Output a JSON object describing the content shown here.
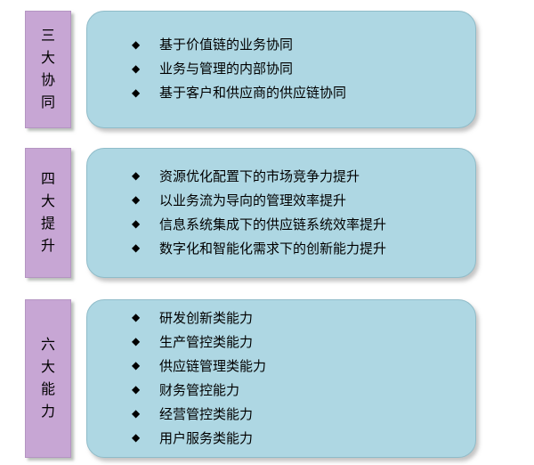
{
  "bullet": "◆",
  "colors": {
    "label_bg": "#c7a6d4",
    "panel_bg": "#aed7e3",
    "text": "#000000"
  },
  "rows": [
    {
      "label": "三大协同",
      "items": [
        "基于价值链的业务协同",
        "业务与管理的内部协同",
        "基于客户和供应商的供应链协同"
      ]
    },
    {
      "label": "四大提升",
      "items": [
        "资源优化配置下的市场竞争力提升",
        "以业务流为导向的管理效率提升",
        "信息系统集成下的供应链系统效率提升",
        "数字化和智能化需求下的创新能力提升"
      ]
    },
    {
      "label": "六大能力",
      "items": [
        "研发创新类能力",
        "生产管控类能力",
        "供应链管理类能力",
        "财务管控能力",
        "经营管控类能力",
        "用户服务类能力"
      ]
    }
  ]
}
